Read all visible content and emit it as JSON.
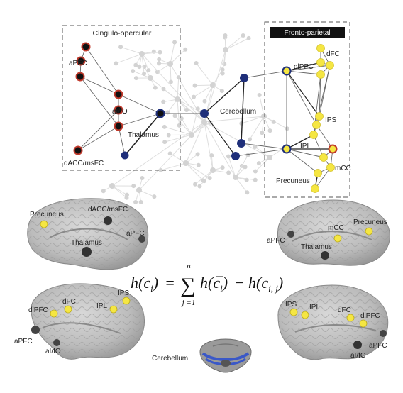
{
  "colors": {
    "cingulo_node_fill": "#c0392b",
    "cingulo_node_core": "#111111",
    "fronto_node": "#f5e642",
    "bridge_node": "#1f2f7a",
    "background_node": "#d0d0d0",
    "box_title_bg": "#111111",
    "box_title_text": "#f5e642",
    "brain_surface": "#b9b9b9"
  },
  "network": {
    "cingulo_box_title": "Cingulo-opercular",
    "fronto_box_title": "Fronto-parietal",
    "labels": {
      "apfc": "aPFC",
      "ai_fo": "aI/fO",
      "thalamus": "Thalamus",
      "dacc": "dACC/msFC",
      "cerebellum": "Cerebellum",
      "dfc": "dFC",
      "dlpfc": "dlPFC",
      "ips": "IPS",
      "ipl": "IPL",
      "mcc": "mCC",
      "precuneus": "Precuneus"
    }
  },
  "brains": {
    "medial_left": {
      "precuneus": "Precuneus",
      "dacc": "dACC/msFC",
      "apfc": "aPFC",
      "thalamus": "Thalamus"
    },
    "medial_right": {
      "mcc": "mCC",
      "precuneus": "Precuneus",
      "apfc": "aPFC",
      "thalamus": "Thalamus"
    },
    "lateral_left": {
      "dlpfc": "dlPFC",
      "dfc": "dFC",
      "ips": "IPS",
      "ipl": "IPL",
      "apfc": "aPFC",
      "ai_fo": "aI/fO"
    },
    "lateral_right": {
      "ips": "IPS",
      "ipl": "IPL",
      "dfc": "dFC",
      "dlpfc": "dlPFC",
      "apfc": "aPFC",
      "ai_fo": "aI/fO"
    },
    "cerebellum_label": "Cerebellum"
  },
  "equation": {
    "lhs": "h(c",
    "lhs_sub": "i",
    "lhs_close": ")",
    "equals": "=",
    "sum_top": "n",
    "sum_bottom": "j =1",
    "term1": "h(c",
    "term1_sub": "i",
    "term1_close": ")",
    "minus": "−",
    "term2": "h(c",
    "term2_sub": "i, j",
    "term2_close": ")"
  }
}
